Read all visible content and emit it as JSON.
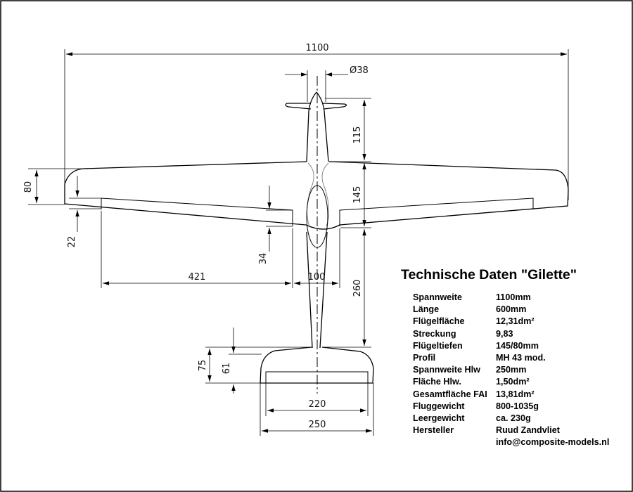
{
  "drawing": {
    "dimensions": {
      "span": "1100",
      "spinner_diameter": "Ø38",
      "nose_length": "115",
      "root_chord": "145",
      "tip_chord": "80",
      "aileron_depth": "22",
      "flap_depth": "34",
      "aileron_length": "421",
      "fuselage_width": "100",
      "tail_distance": "260",
      "tail_root_chord": "75",
      "tail_tip_chord": "61",
      "tail_inner_span": "220",
      "tail_span": "250"
    }
  },
  "specs": {
    "title": "Technische Daten \"Gilette\"",
    "rows": [
      {
        "label": "Spannweite",
        "value": "1100mm"
      },
      {
        "label": "Länge",
        "value": "600mm"
      },
      {
        "label": "Flügelfläche",
        "value": "12,31dm²"
      },
      {
        "label": "Streckung",
        "value": "9,83"
      },
      {
        "label": "Flügeltiefen",
        "value": "145/80mm"
      },
      {
        "label": "Profil",
        "value": "MH 43 mod."
      },
      {
        "label": "Spannweite Hlw",
        "value": "250mm"
      },
      {
        "label": "Fläche Hlw.",
        "value": "1,50dm²"
      },
      {
        "label": "Gesamtfläche FAI",
        "value": "13,81dm²"
      },
      {
        "label": "Fluggewicht",
        "value": "800-1035g"
      },
      {
        "label": "Leergewicht",
        "value": "ca. 230g"
      },
      {
        "label": "Hersteller",
        "value": "Ruud Zandvliet"
      },
      {
        "label": "",
        "value": "info@composite-models.nl"
      }
    ]
  }
}
